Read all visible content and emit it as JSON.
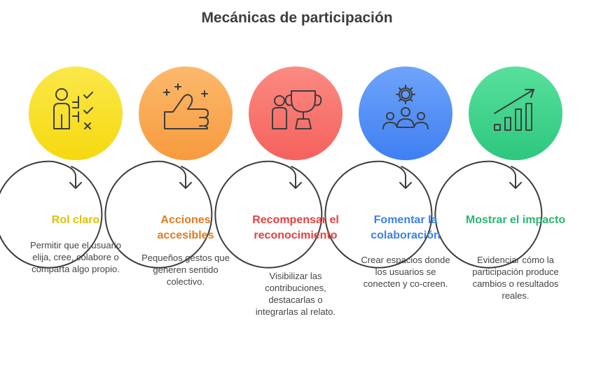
{
  "title": "Mecánicas de participación",
  "colors": {
    "title": "#3d3d3d",
    "text": "#444444",
    "ring": "#3d3d3d"
  },
  "steps": [
    {
      "heading": "Rol claro",
      "description": "Permitir que el usuario elija, cree, colabore o comparta algo propio.",
      "icon": "person-checklist-icon",
      "color": "#f5d90f",
      "color_light": "#fbe84a",
      "heading_color": "#e0c200"
    },
    {
      "heading": "Acciones accesibles",
      "description": "Pequeños gestos que generen sentido colectivo.",
      "icon": "thumbs-up-icon",
      "color": "#f79a3e",
      "color_light": "#fcb96c",
      "heading_color": "#e07a20"
    },
    {
      "heading": "Recompensar el reconocimiento",
      "description": "Visibilizar las contribuciones, destacarlas o integrarlas al relato.",
      "icon": "person-trophy-icon",
      "color": "#f6615d",
      "color_light": "#fb8b82",
      "heading_color": "#e54040"
    },
    {
      "heading": "Fomentar la colaboración",
      "description": "Crear espacios donde los usuarios se conecten y co-creen.",
      "icon": "gear-people-icon",
      "color": "#3f7ff2",
      "color_light": "#6ea4fa",
      "heading_color": "#3d80e8"
    },
    {
      "heading": "Mostrar el impacto",
      "description": "Evidenciar cómo la participación produce cambios o resultados reales.",
      "icon": "growth-chart-icon",
      "color": "#2dc77e",
      "color_light": "#58e09c",
      "heading_color": "#2bb673"
    }
  ]
}
